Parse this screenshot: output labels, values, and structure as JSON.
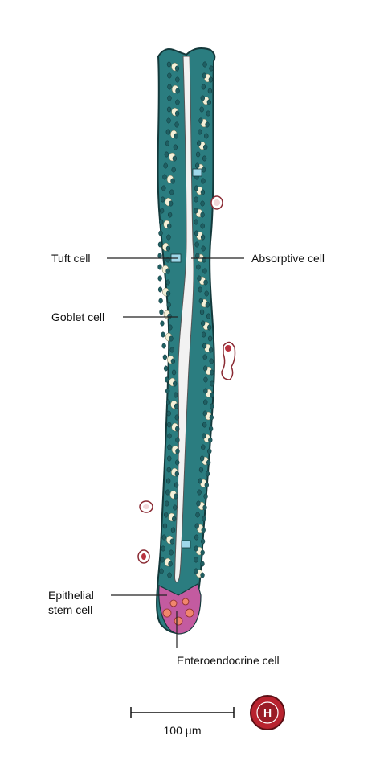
{
  "labels": {
    "tuft_cell": "Tuft cell",
    "absorptive_cell": "Absorptive cell",
    "goblet_cell": "Goblet cell",
    "epithelial_stem_cell_line1": "Epithelial",
    "epithelial_stem_cell_line2": "stem cell",
    "enteroendocrine_cell": "Enteroendocrine cell"
  },
  "scale_bar": {
    "label": "100 µm"
  },
  "badge": {
    "letter": "H"
  },
  "colors": {
    "epithelium": "#2b7d80",
    "epithelium_dark": "#1f5f63",
    "goblet": "#f4f0d8",
    "tuft": "#9fd8ea",
    "lumen": "#f2f2f2",
    "stem": "#c35ba0",
    "enteroendocrine": "#f0866c",
    "blood_vessel": "#b8323f",
    "badge": "#b8232f"
  }
}
